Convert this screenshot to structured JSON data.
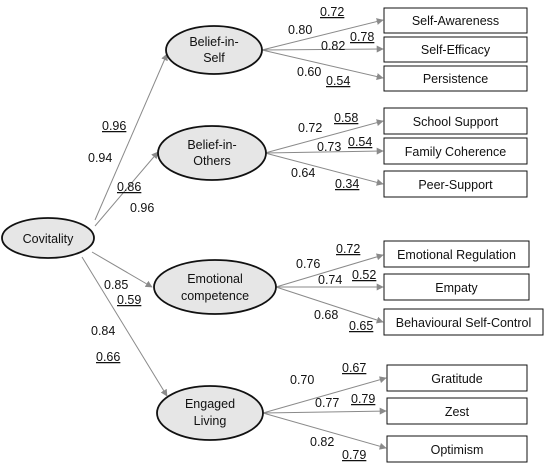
{
  "diagram": {
    "root": {
      "label": "Covitality"
    },
    "latents": [
      {
        "label_lines": [
          "Belief-in-",
          "Self"
        ],
        "path_from_root": {
          "top": "0.96",
          "bottom": "0.94",
          "top_underlined": true,
          "bottom_underlined": false
        },
        "indicators": [
          {
            "label": "Self-Awareness",
            "plain": "0.80",
            "underlined": "0.72"
          },
          {
            "label": "Self-Efficacy",
            "plain": "0.82",
            "underlined": "0.78"
          },
          {
            "label": "Persistence",
            "plain": "0.60",
            "underlined": "0.54"
          }
        ]
      },
      {
        "label_lines": [
          "Belief-in-",
          "Others"
        ],
        "path_from_root": {
          "top": "0.86",
          "bottom": "0.96",
          "top_underlined": true,
          "bottom_underlined": false
        },
        "indicators": [
          {
            "label": "School Support",
            "plain": "0.72",
            "underlined": "0.58"
          },
          {
            "label": "Family Coherence",
            "plain": "0.73",
            "underlined": "0.54"
          },
          {
            "label": "Peer-Support",
            "plain": "0.64",
            "underlined": "0.34"
          }
        ]
      },
      {
        "label_lines": [
          "Emotional",
          "competence"
        ],
        "path_from_root": {
          "top": "0.85",
          "bottom": "0.59",
          "top_underlined": false,
          "bottom_underlined": true
        },
        "indicators": [
          {
            "label": "Emotional Regulation",
            "plain": "0.76",
            "underlined": "0.72"
          },
          {
            "label": "Empaty",
            "plain": "0.74",
            "underlined": "0.52"
          },
          {
            "label": "Behavioural Self-Control",
            "plain": "0.68",
            "underlined": "0.65"
          }
        ]
      },
      {
        "label_lines": [
          "Engaged",
          "Living"
        ],
        "path_from_root": {
          "top": "0.84",
          "bottom": "0.66",
          "top_underlined": false,
          "bottom_underlined": true
        },
        "indicators": [
          {
            "label": "Gratitude",
            "plain": "0.70",
            "underlined": "0.67"
          },
          {
            "label": "Zest",
            "plain": "0.77",
            "underlined": "0.79"
          },
          {
            "label": "Optimism",
            "plain": "0.82",
            "underlined": "0.79"
          }
        ]
      }
    ],
    "colors": {
      "node_fill": "#e6e6e6",
      "node_stroke": "#111111",
      "arrow": "#8a8a8a",
      "text": "#111111"
    }
  }
}
